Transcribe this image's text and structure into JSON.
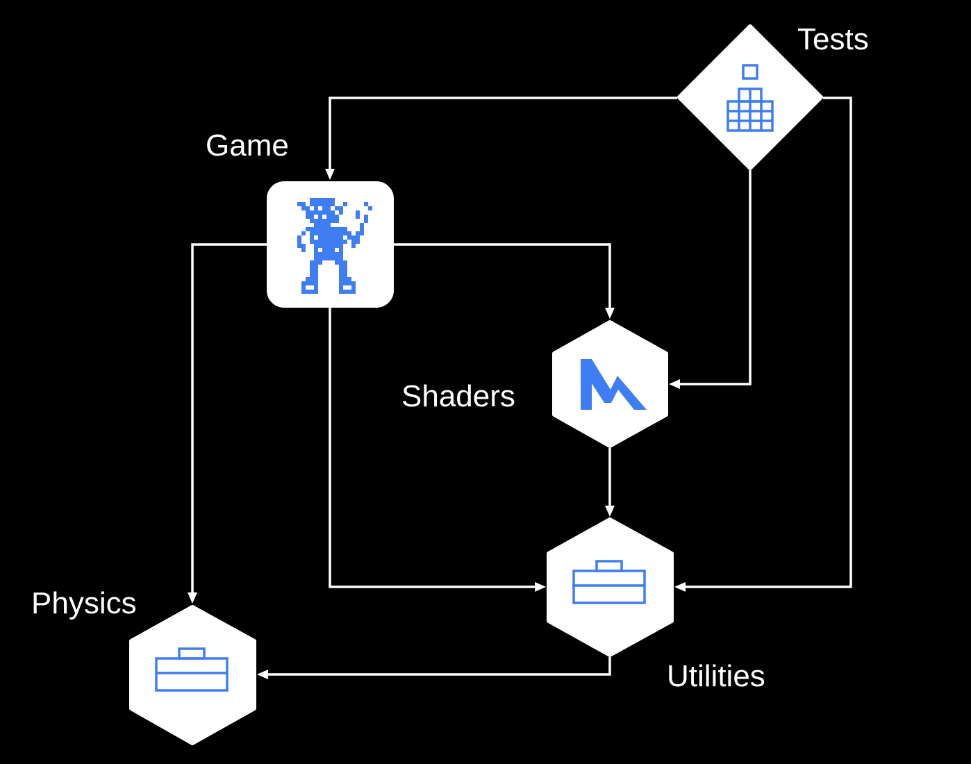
{
  "diagram": {
    "nodes": {
      "tests": {
        "label": "Tests",
        "icon": "grid-building-icon"
      },
      "game": {
        "label": "Game",
        "icon": "pixel-goblin-icon"
      },
      "shaders": {
        "label": "Shaders",
        "icon": "metal-logo-icon"
      },
      "utilities": {
        "label": "Utilities",
        "icon": "toolbox-icon"
      },
      "physics": {
        "label": "Physics",
        "icon": "toolbox-icon"
      }
    }
  },
  "colors": {
    "background": "#000000",
    "node_fill": "#ffffff",
    "icon_blue": "#3f7ef2",
    "edge": "#ffffff",
    "label": "#ffffff"
  }
}
